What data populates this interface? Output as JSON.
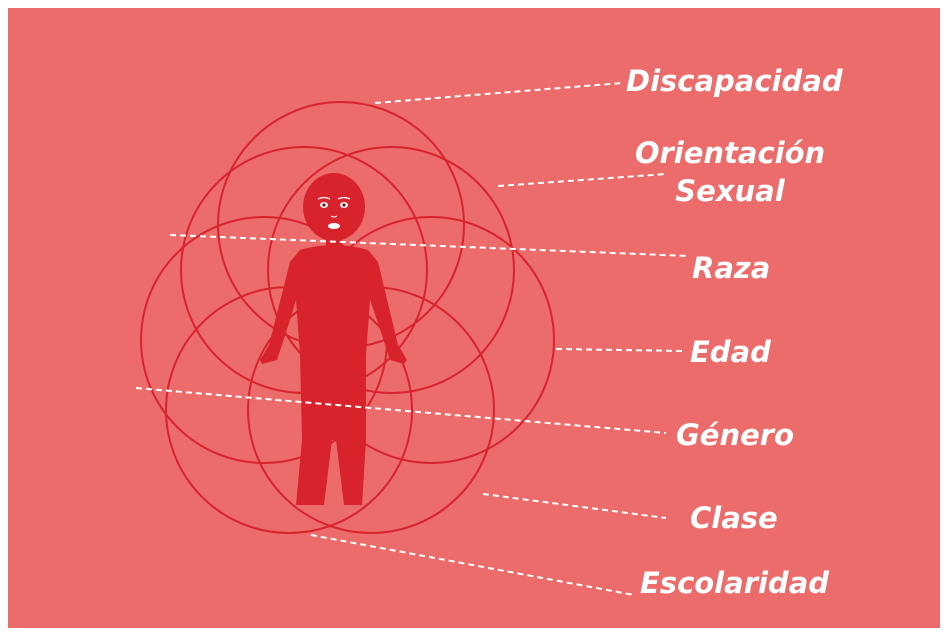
{
  "colors": {
    "background": "#ec6b6b",
    "circle_stroke": "#d8232c",
    "figure_fill": "#d8232c",
    "leader_line": "#ffffff",
    "label_text": "#ffffff"
  },
  "figure": {
    "icon": "person-figure-icon"
  },
  "labels": {
    "discapacidad": "Discapacidad",
    "orientacion_line1": "Orientación",
    "orientacion_line2": "Sexual",
    "raza": "Raza",
    "edad": "Edad",
    "genero": "Género",
    "clase": "Clase",
    "escolaridad": "Escolaridad"
  }
}
